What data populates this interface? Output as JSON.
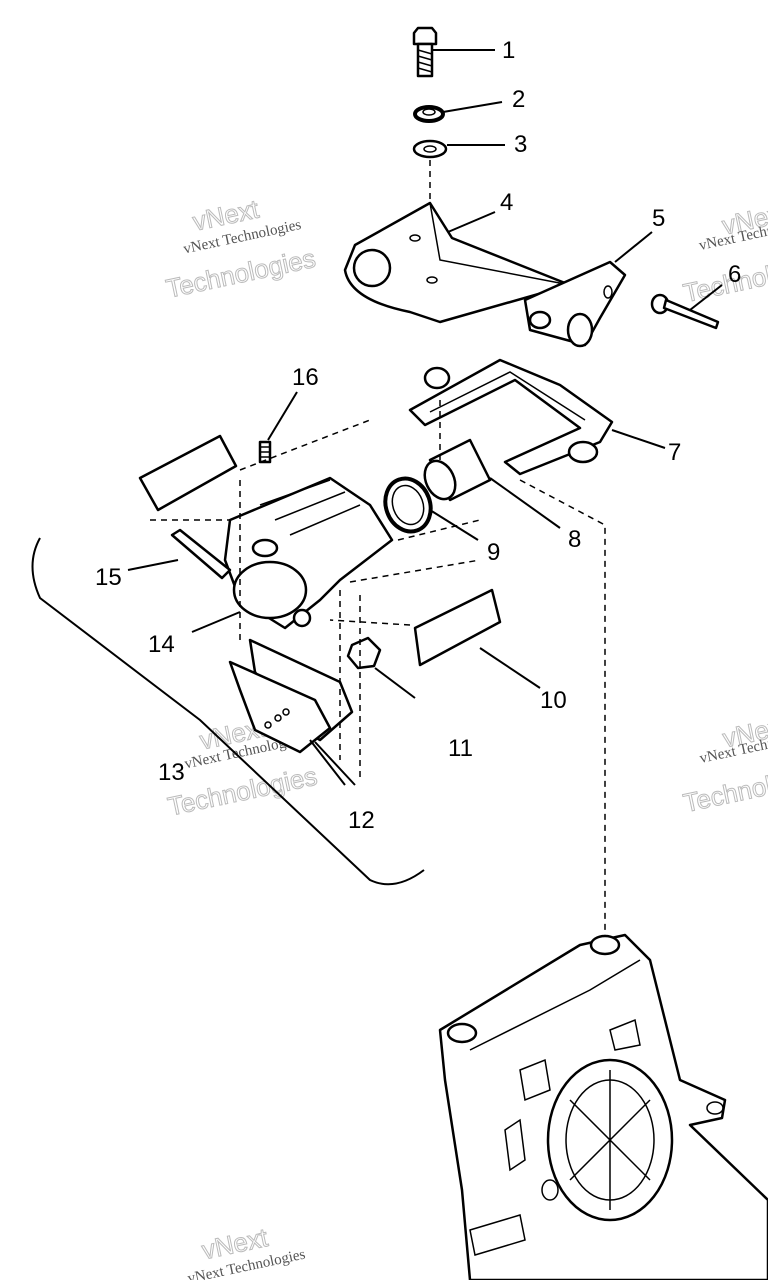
{
  "callouts": [
    {
      "id": "1",
      "label": "1"
    },
    {
      "id": "2",
      "label": "2"
    },
    {
      "id": "3",
      "label": "3"
    },
    {
      "id": "4",
      "label": "4"
    },
    {
      "id": "5",
      "label": "5"
    },
    {
      "id": "6",
      "label": "6"
    },
    {
      "id": "7",
      "label": "7"
    },
    {
      "id": "8",
      "label": "8"
    },
    {
      "id": "9",
      "label": "9"
    },
    {
      "id": "10",
      "label": "10"
    },
    {
      "id": "11",
      "label": "11"
    },
    {
      "id": "12",
      "label": "12"
    },
    {
      "id": "13",
      "label": "13"
    },
    {
      "id": "14",
      "label": "14"
    },
    {
      "id": "15",
      "label": "15"
    },
    {
      "id": "16",
      "label": "16"
    }
  ],
  "watermark": {
    "line1": "vNext",
    "line2": "vNext Technologies",
    "line3": "Technologies"
  }
}
